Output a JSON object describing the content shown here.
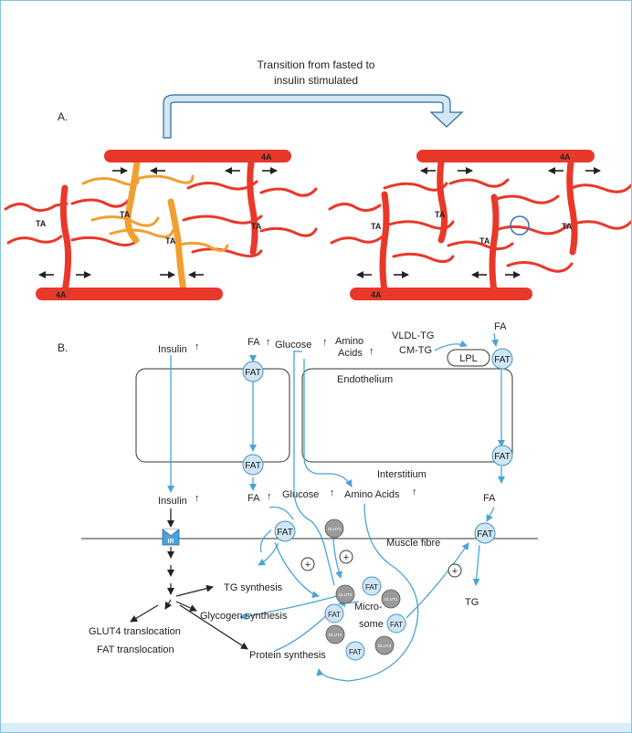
{
  "panel_a": {
    "label": "A.",
    "transition_title_line1": "Transition from fasted to",
    "transition_title_line2": "insulin stimulated",
    "label_4a": "4A",
    "label_ta": "TA"
  },
  "panel_b": {
    "label": "B.",
    "insulin": "Insulin",
    "fa": "FA",
    "glucose": "Glucose",
    "amino_line1": "Amino",
    "amino_line2": "Acids",
    "vldl_tg": "VLDL-TG",
    "cm_tg": "CM-TG",
    "lpl": "LPL",
    "fat": "FAT",
    "endothelium": "Endothelium",
    "interstitium": "Interstitium",
    "amino_acids": "Amino Acids",
    "ir": "IR",
    "glut4": "GLUT4",
    "muscle_fibre": "Muscle fibre",
    "plus": "+",
    "tg": "TG",
    "tg_synthesis": "TG synthesis",
    "glycogen_synthesis": "Glycogen synthesis",
    "microsome_line1": "Micro-",
    "microsome_line2": "some",
    "glut4_translocation": "GLUT4 translocation",
    "fat_translocation": "FAT translocation",
    "protein_synthesis": "Protein synthesis",
    "up_arrow": "↑"
  },
  "colors": {
    "vessel_red": "#e8382a",
    "vessel_orange": "#f0a030",
    "flow_blue": "#4aa3d8",
    "fat_fill": "#cfe6f5",
    "glut4_fill": "#9a9a9a",
    "arrow_fill": "#d3e6f5"
  }
}
